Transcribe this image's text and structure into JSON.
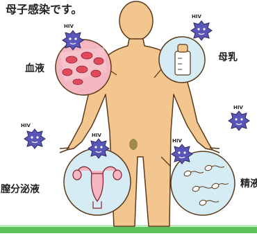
{
  "heading": "母子感染です。",
  "labels": {
    "blood": "血液",
    "breast_milk": "母乳",
    "vaginal_fluid": "膣分泌液",
    "semen": "精液"
  },
  "virus_tag": "HIV",
  "colors": {
    "skin": "#f3c58f",
    "outline": "#5a3a1a",
    "bubble_fill": "#d5ecf4",
    "blood_fill": "#f4b7c2",
    "blood_cell": "#e04a5a",
    "virus": "#5a55b8",
    "ground": "#5cc25c"
  }
}
